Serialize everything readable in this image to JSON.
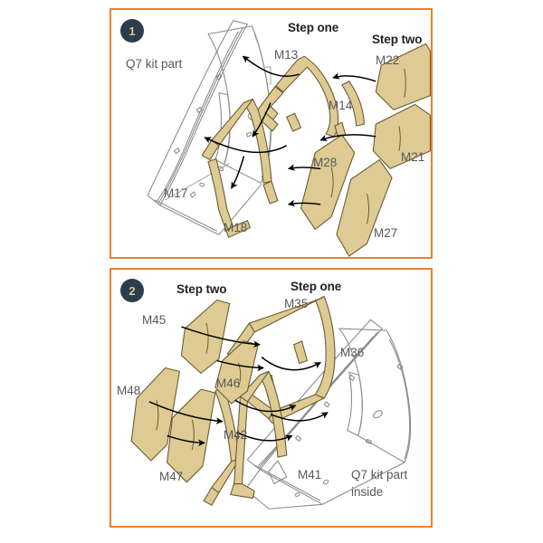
{
  "sheet": {
    "background": "#ffffff",
    "accent_border": "#ef7f2e",
    "part_fill": "#ddcb93",
    "part_stroke": "#6b5a33",
    "line_art_stroke": "#8a8c8e",
    "badge_bg": "#2c3e4c",
    "badge_fg": "#d9c98e",
    "label_color": "#58585a",
    "heading_color": "#231f20"
  },
  "panels": [
    {
      "badge": "1",
      "steps": [
        {
          "label": "Step one"
        },
        {
          "label": "Step two"
        }
      ],
      "kit_note": "Q7 kit part",
      "parts": [
        {
          "id": "M13",
          "kind": "frame"
        },
        {
          "id": "M14",
          "kind": "frame"
        },
        {
          "id": "M17",
          "kind": "frame"
        },
        {
          "id": "M18",
          "kind": "frame"
        },
        {
          "id": "M22",
          "kind": "blade"
        },
        {
          "id": "M21",
          "kind": "blade"
        },
        {
          "id": "M28",
          "kind": "blade"
        },
        {
          "id": "M27",
          "kind": "blade"
        }
      ]
    },
    {
      "badge": "2",
      "steps": [
        {
          "label": "Step two"
        },
        {
          "label": "Step one"
        }
      ],
      "kit_note": "Q7 kit part\ninside",
      "kit_note_line1": "Q7 kit part",
      "kit_note_line2": "inside",
      "parts": [
        {
          "id": "M45",
          "kind": "blade"
        },
        {
          "id": "M46",
          "kind": "blade"
        },
        {
          "id": "M48",
          "kind": "blade"
        },
        {
          "id": "M47",
          "kind": "blade"
        },
        {
          "id": "M35",
          "kind": "frame"
        },
        {
          "id": "M36",
          "kind": "frame"
        },
        {
          "id": "M42",
          "kind": "frame"
        },
        {
          "id": "M41",
          "kind": "frame"
        }
      ]
    }
  ]
}
